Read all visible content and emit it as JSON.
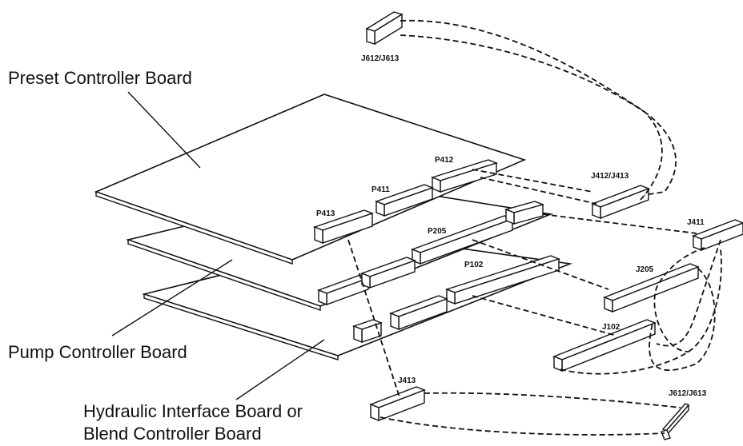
{
  "labels": {
    "preset_board": "Preset Controller Board",
    "pump_board": "Pump Controller Board",
    "hydraulic_board_line1": "Hydraulic Interface Board or",
    "hydraulic_board_line2": "Blend Controller Board"
  },
  "connectors": {
    "p412": "P412",
    "p411": "P411",
    "p413": "P413",
    "p205": "P205",
    "p102": "P102",
    "j612_j613_top": "J612/J613",
    "j412_j413": "J412/J413",
    "j411": "J411",
    "j205": "J205",
    "j102": "J102",
    "j413": "J413",
    "j612_j613_bottom": "J612/J613"
  }
}
